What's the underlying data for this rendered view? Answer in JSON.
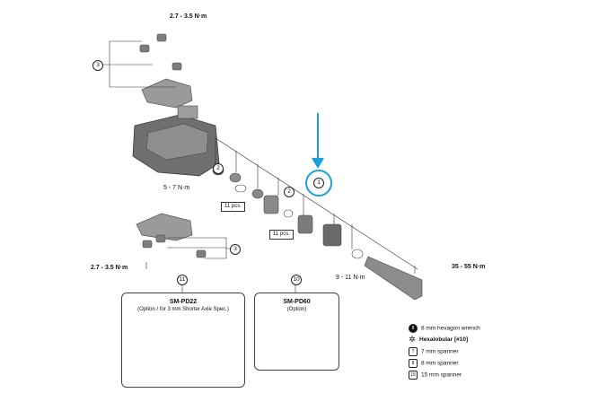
{
  "torque_top": "2.7 - 3.5 N·m",
  "torque_bottom": "2.7 - 3.5 N·m",
  "torque_body": "5 - 7 N·m",
  "torque_locknut": "9 - 11 N·m",
  "torque_axle": "35 - 55 N·m",
  "callout_3": "3",
  "callout_2": "2",
  "callout_1": "1",
  "callout_11": "11",
  "callout_10": "10",
  "box_11pcs": "11 pcs.",
  "panel_left": {
    "title": "SM-PD22",
    "subtitle": "(Option / for 3 mm Shorter Axle Spec.)"
  },
  "panel_right": {
    "title": "SM-PD60",
    "subtitle": "(Option)"
  },
  "legend": {
    "hex": "8 mm hexagon wrench",
    "hexalobular": "Hexalobular [#10]",
    "spanner7": "7 mm spanner",
    "spanner8": "8 mm spanner",
    "spanner15": "15 mm spanner"
  },
  "icons": {
    "hex": "8",
    "spanner7": "7",
    "spanner8": "8",
    "spanner15": "15"
  },
  "colors": {
    "highlight": "#1aa1dc",
    "line": "#333333"
  }
}
